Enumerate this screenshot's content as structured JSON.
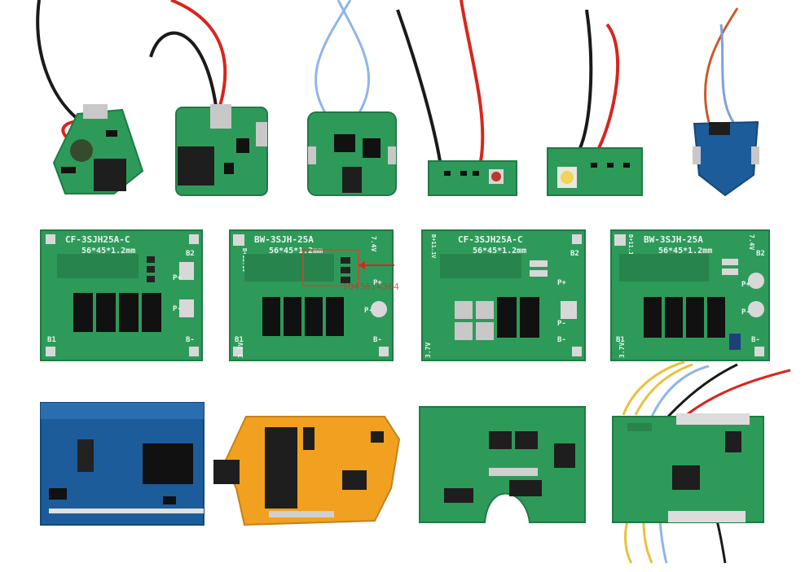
{
  "colors": {
    "background": "#ffffff",
    "pcb_green": "#2e9a5a",
    "pcb_green_dark": "#1f7a45",
    "pcb_blue": "#1d5c9a",
    "pcb_orange": "#f2a020",
    "wire_red": "#d8261e",
    "wire_black": "#1a1a1a",
    "wire_blue": "#8fb6e6",
    "wire_yellow": "#e8c23a"
  },
  "boards": {
    "board5": {
      "model": "CF-3SJH25A-C",
      "size": "56*45*1.2mm",
      "pads": {
        "b2": "B2",
        "p_plus": "P+",
        "p_minus": "P-",
        "b_minus": "B-",
        "b1": "B1"
      }
    },
    "board6": {
      "model": "BW-3SJH-25A",
      "size": "56*45*1.2mm",
      "side_left": "B+11.1V",
      "side_right": "7.4V",
      "volt": "3.7V",
      "pads": {
        "p_plus": "P+",
        "p_minus": "P-",
        "b_minus": "B-",
        "b1": "B1"
      },
      "watermark": "1043614364"
    },
    "board7": {
      "model": "CF-3SJH25A-C",
      "size": "56*45*1.2mm",
      "side_left": "B+11.1V",
      "volt": "3.7V",
      "pads": {
        "b2": "B2",
        "p_plus": "P+",
        "p_minus": "P-",
        "b_minus": "B-"
      }
    },
    "board8": {
      "model": "BW-3SJH-25A",
      "size": "56*45*1.2mm",
      "side_left": "B+11.1V",
      "side_right": "7.4V",
      "volt": "3.7V",
      "pads": {
        "b2": "B2",
        "p_plus": "P+",
        "p_minus": "P-",
        "b_minus": "B-",
        "b1": "B1"
      }
    }
  }
}
